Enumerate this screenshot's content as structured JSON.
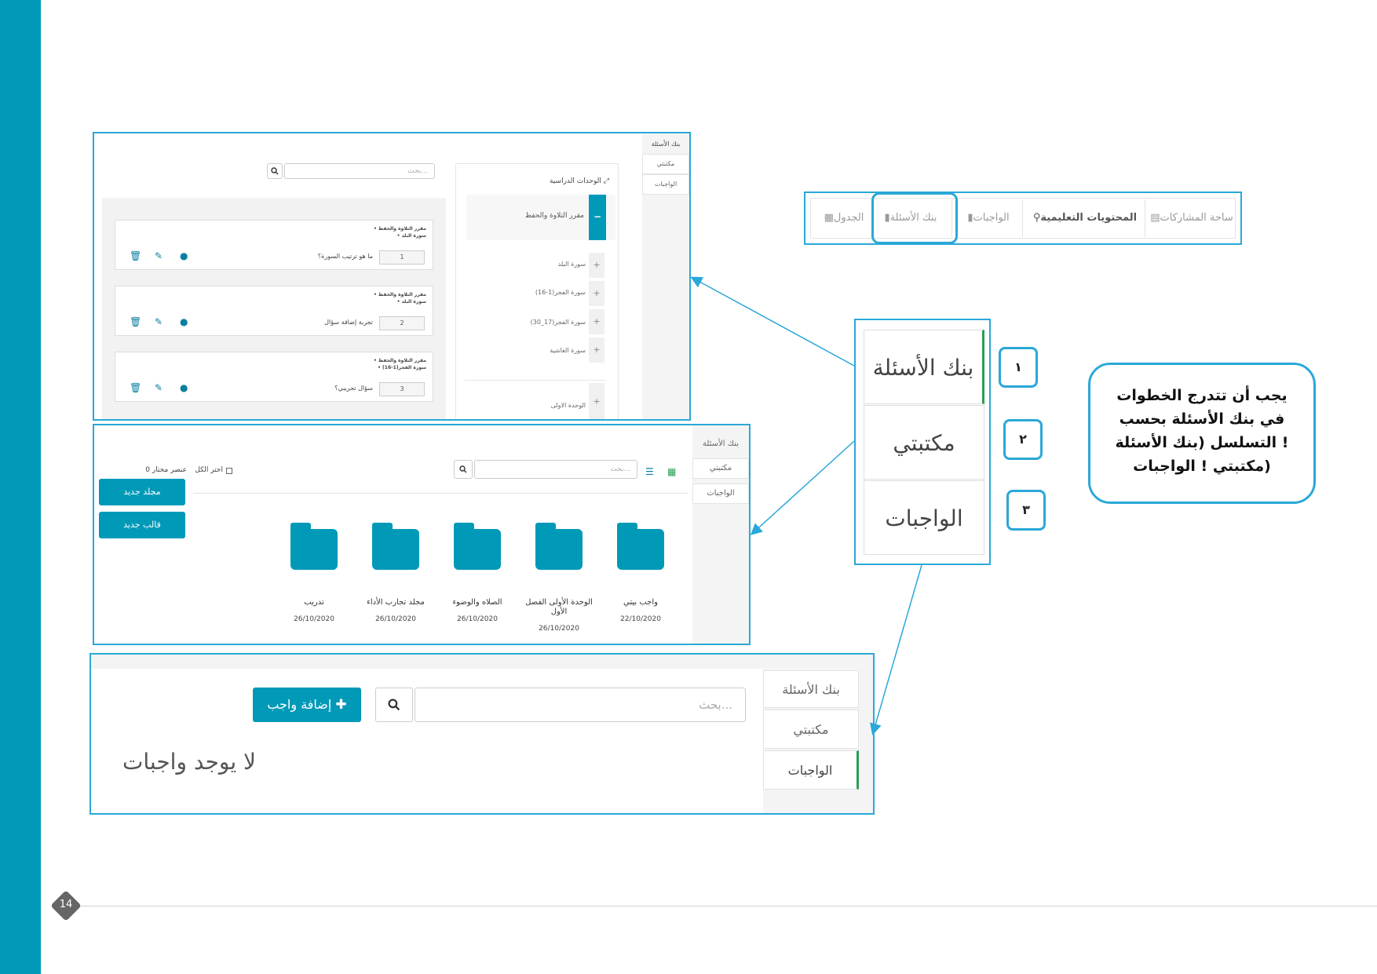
{
  "panel_question_bank": {
    "tabs": [
      "بنك الأسئلة",
      "مكتبتي",
      "الواجبات"
    ],
    "search_placeholder": "بحث...",
    "units_title": "الوحدات الدراسية",
    "active_unit": "مقرر التلاوة والحفظ",
    "sub_units": [
      "سورة البلد",
      "سورة الفجر(1-16)",
      "سورة الفجر(17_30)",
      "سورة الغاشية"
    ],
    "last_unit": "الوحدة الاولى",
    "questions": [
      {
        "crumb1": "• مقرر التلاوة والحفظ",
        "crumb2": "• سورة البلد",
        "text": "ما هو ترتيب السورة؟",
        "number": "1"
      },
      {
        "crumb1": "• مقرر التلاوة والحفظ",
        "crumb2": "• سورة البلد",
        "text": "تجربة إضافة سؤال",
        "number": "2"
      },
      {
        "crumb1": "• مقرر التلاوة والحفظ",
        "crumb2": "• سورة الفجر(1-16)",
        "text": "سؤال تجريبي؟",
        "number": "3"
      }
    ]
  },
  "panel_library": {
    "tabs": [
      "بنك الأسئلة",
      "مكتبتي",
      "الواجبات"
    ],
    "search_placeholder": "بحث...",
    "select_all_label": "اختر الكل",
    "selected_count": "0 عنصر مختار",
    "new_folder_label": "مجلد جديد",
    "new_template_label": "قالب جديد",
    "folders": [
      {
        "name": "واجب بيتي",
        "date": "22/10/2020"
      },
      {
        "name": "الوحدة الأولى الفصل الأول",
        "date": "26/10/2020"
      },
      {
        "name": "الصلاه والوضوء",
        "date": "26/10/2020"
      },
      {
        "name": "مجلد تجارب الأداء",
        "date": "26/10/2020"
      },
      {
        "name": "تدريب",
        "date": "26/10/2020"
      }
    ]
  },
  "panel_homework": {
    "tabs": [
      "بنك الأسئلة",
      "مكتبتي",
      "الواجبات"
    ],
    "search_placeholder": "بحث...",
    "add_button_label": "إضافة واجب",
    "empty_message": "لا يوجد واجبات"
  },
  "top_nav": {
    "items": [
      "ساحة المشاركات",
      "المحتويات التعليمية",
      "الواجبات",
      "بنك الأسئلة",
      "الجدول"
    ]
  },
  "zoom_tabs": [
    "بنك الأسئلة",
    "مكتبتي",
    "الواجبات"
  ],
  "step_numbers": [
    "١",
    "٢",
    "٣"
  ],
  "note": {
    "lines": [
      "يجب أن تتدرج الخطوات",
      "في بنك الأسئلة بحسب",
      "التسلسل (بنك الأسئلة ! ",
      "مكتبتي ! الواجبات)"
    ]
  },
  "page_number": "14",
  "colors": {
    "accent": "#0099b8",
    "highlight": "#2aa8d8"
  }
}
